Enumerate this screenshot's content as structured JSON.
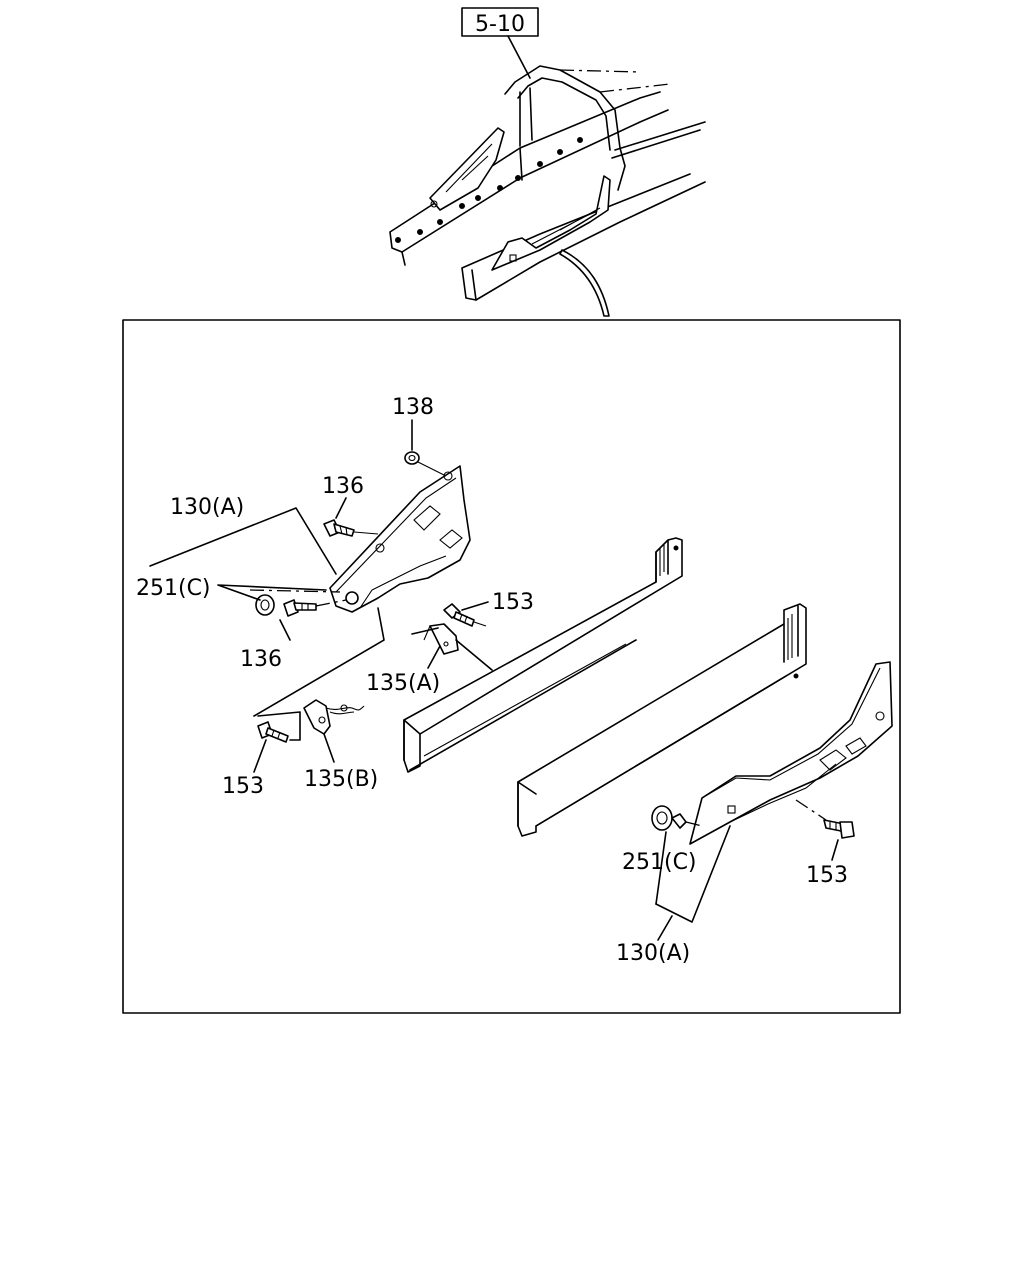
{
  "reference_box": "5-10",
  "callouts": {
    "c138": "138",
    "c136_top": "136",
    "c130a_left": "130(A)",
    "c251c_left": "251(C)",
    "c136_bottom": "136",
    "c153_top": "153",
    "c135a": "135(A)",
    "c153_left": "153",
    "c135b": "135(B)",
    "c251c_right": "251(C)",
    "c153_right": "153",
    "c130a_right": "130(A)"
  }
}
